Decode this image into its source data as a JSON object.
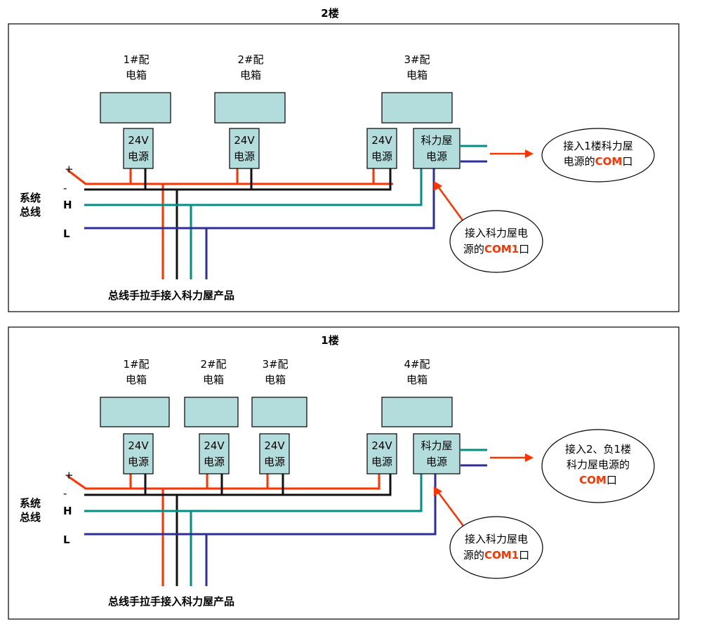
{
  "floors": [
    {
      "title": "2楼",
      "cabinets": [
        {
          "line1": "1#配",
          "line2": "电箱"
        },
        {
          "line1": "2#配",
          "line2": "电箱"
        },
        {
          "line1": "3#配",
          "line2": "电箱"
        }
      ],
      "psu_top": "24V",
      "psu_bottom": "电源",
      "kl_top": "科力屋",
      "kl_bottom": "电源",
      "plus": "+",
      "minus": "-",
      "bus_top": "系统",
      "bus_bottom": "总线",
      "h": "H",
      "l": "L",
      "bottom_label": "总线手拉手接入科力屋产品",
      "callout_right": {
        "line1": "接入1楼科力屋",
        "line2a": "电源的",
        "line2red": "COM",
        "line2b": "口"
      },
      "callout_com1": {
        "line1": "接入科力屋电",
        "line2a": "源的",
        "line2red": "COM1",
        "line2b": "口"
      }
    },
    {
      "title": "1楼",
      "cabinets": [
        {
          "line1": "1#配",
          "line2": "电箱"
        },
        {
          "line1": "2#配",
          "line2": "电箱"
        },
        {
          "line1": "3#配",
          "line2": "电箱"
        },
        {
          "line1": "4#配",
          "line2": "电箱"
        }
      ],
      "psu_top": "24V",
      "psu_bottom": "电源",
      "kl_top": "科力屋",
      "kl_bottom": "电源",
      "plus": "+",
      "minus": "-",
      "bus_top": "系统",
      "bus_bottom": "总线",
      "h": "H",
      "l": "L",
      "bottom_label": "总线手拉手接入科力屋产品",
      "callout_right": {
        "line1": "接入2、负1楼",
        "line2": "科力屋电源的",
        "line3red": "COM",
        "line3b": "口"
      },
      "callout_com1": {
        "line1": "接入科力屋电",
        "line2a": "源的",
        "line2red": "COM1",
        "line2b": "口"
      }
    }
  ]
}
